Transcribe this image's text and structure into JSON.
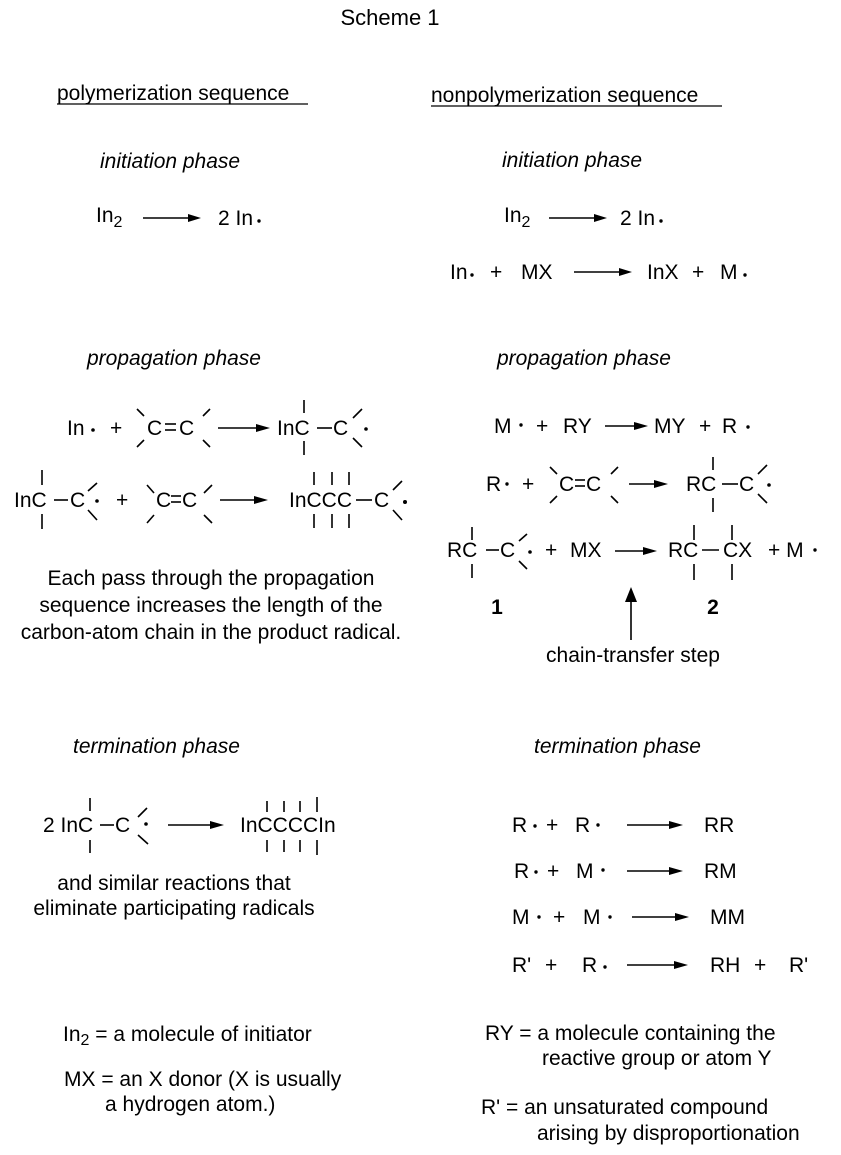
{
  "title": "Scheme 1",
  "left": {
    "heading": "polymerization sequence",
    "initiation": {
      "label": "initiation phase",
      "reactant": "In",
      "reactant_sub": "2",
      "product": "2 In"
    },
    "propagation": {
      "label": "propagation phase",
      "eq1": {
        "r1": "In",
        "plus": "+",
        "c": "C",
        "p1": "InC",
        "p2": "C"
      },
      "eq2": {
        "r1": "InC",
        "r2": "C",
        "plus": "+",
        "c": "C",
        "p1": "InCCC",
        "p2": "C"
      },
      "note": [
        "Each pass through the propagation",
        "sequence increases the length of the",
        "carbon-atom chain in the product radical."
      ]
    },
    "termination": {
      "label": "termination phase",
      "r1": "2 InC",
      "r2": "C",
      "product": "InCCCCIn",
      "note": [
        "and similar reactions that",
        "eliminate participating radicals"
      ]
    },
    "legend": [
      {
        "term": "In",
        "sub": "2",
        "text": " = a molecule of initiator"
      },
      {
        "lines": [
          "MX = an X donor (X is usually",
          "a hydrogen atom.)"
        ]
      }
    ]
  },
  "right": {
    "heading": "nonpolymerization sequence",
    "initiation": {
      "label": "initiation phase",
      "reactant": "In",
      "reactant_sub": "2",
      "product": "2 In",
      "eq2": {
        "r1": "In",
        "plus": "+",
        "r2": "MX",
        "p1": "InX",
        "p2": "M"
      }
    },
    "propagation": {
      "label": "propagation phase",
      "eq1": {
        "r1": "M",
        "plus": "+",
        "r2": "RY",
        "p1": "MY",
        "p2": "R"
      },
      "eq2": {
        "r1": "R",
        "plus": "+",
        "c": "C",
        "p1": "RC",
        "p2": "C"
      },
      "eq3": {
        "r1": "RC",
        "r2": "C",
        "plus": "+",
        "r3": "MX",
        "p1": "RC",
        "p2": "CX",
        "p3": "+ M"
      },
      "compound1": "1",
      "compound2": "2",
      "arrow_label": "chain-transfer step"
    },
    "termination": {
      "label": "termination phase",
      "plus": "+",
      "rows": [
        {
          "a": "R",
          "b": "R",
          "product": "RR"
        },
        {
          "a": "R",
          "b": "M",
          "product": "RM"
        },
        {
          "a": "M",
          "b": "M",
          "product": "MM"
        },
        {
          "a": "R'",
          "b": "R",
          "product": "RH",
          "extra": "R'"
        }
      ]
    },
    "legend": [
      {
        "lines": [
          "RY = a molecule containing the",
          "reactive group or atom Y"
        ]
      },
      {
        "lines": [
          "R' = an unsaturated compound",
          "arising by disproportionation"
        ]
      }
    ]
  }
}
